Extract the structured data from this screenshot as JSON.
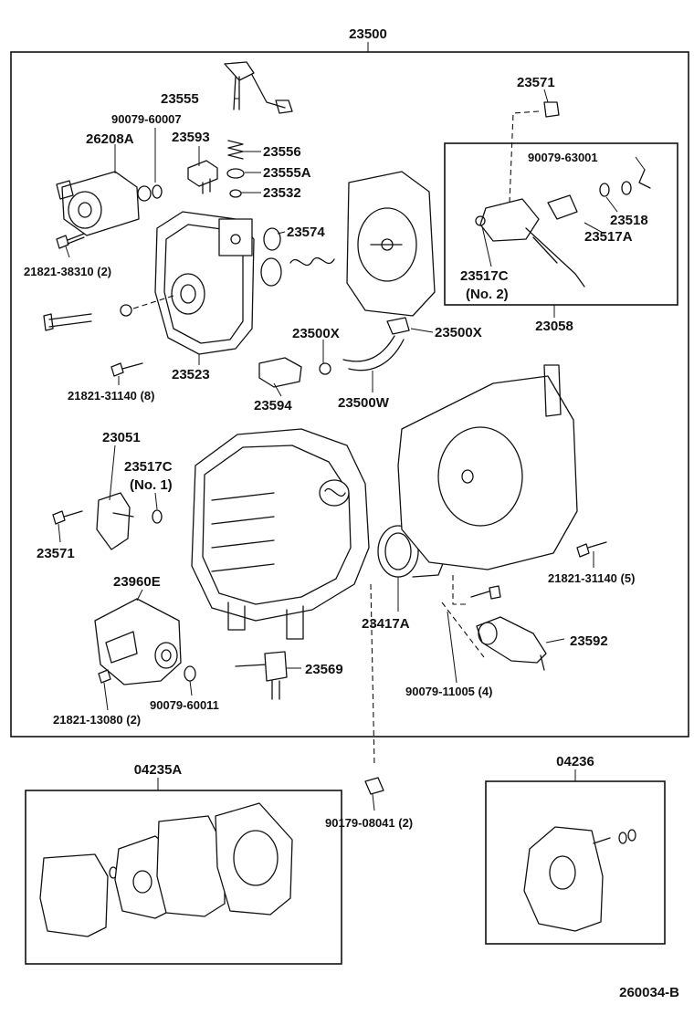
{
  "assembly_number": "23500",
  "figure_code": "260034-B",
  "main_labels": {
    "p23555": "23555",
    "p90079_60007": "90079-60007",
    "p26208A": "26208A",
    "p23593": "23593",
    "p23556": "23556",
    "p23555A": "23555A",
    "p23532": "23532",
    "p23574": "23574",
    "p21821_38310": "21821-38310 (2)",
    "p23523": "23523",
    "p21821_31140_8": "21821-31140 (8)",
    "p23500X_a": "23500X",
    "p23500X_b": "23500X",
    "p23594": "23594",
    "p23500W": "23500W",
    "p23571_top": "23571",
    "p90079_63001": "90079-63001",
    "p23518": "23518",
    "p23517A": "23517A",
    "p23517C_no2_a": "23517C",
    "p23517C_no2_b": "(No. 2)",
    "p23058": "23058",
    "p23051": "23051",
    "p23517C_no1_a": "23517C",
    "p23517C_no1_b": "(No. 1)",
    "p23571_left": "23571",
    "p23960E": "23960E",
    "p21821_13080": "21821-13080 (2)",
    "p90079_60011": "90079-60011",
    "p23569": "23569",
    "p23417A": "23417A",
    "p90079_11005": "90079-11005 (4)",
    "p23592": "23592",
    "p21821_31140_5": "21821-31140 (5)",
    "p90179_08041": "90179-08041 (2)"
  },
  "kits": [
    {
      "label": "04235A"
    },
    {
      "label": "04236"
    }
  ]
}
